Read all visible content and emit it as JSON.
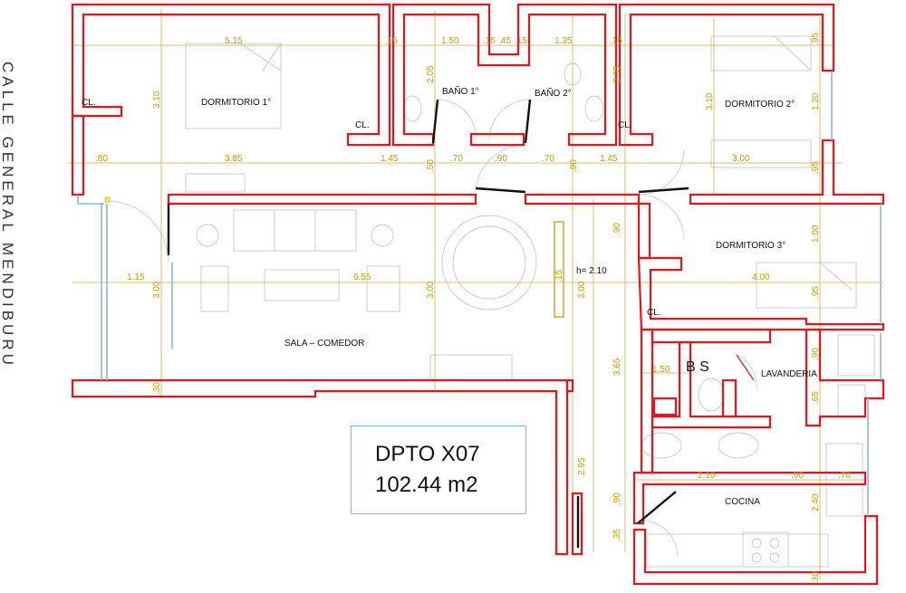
{
  "street_name": "CALLE GENERAL MENDIBURU",
  "unit": {
    "name": "DPTO X07",
    "area": "102.44 m2"
  },
  "rooms": {
    "dormitorio_1": "DORMITORIO 1°",
    "bano_1": "BAÑO 1°",
    "bano_2": "BAÑO 2°",
    "dormitorio_2": "DORMITORIO 2°",
    "dormitorio_3": "DORMITORIO 3°",
    "sala_comedor": "SALA – COMEDOR",
    "bs": "B S",
    "lavanderia": "LAVANDERIA",
    "cocina": "COCINA",
    "closet": "CL.",
    "ceiling_height": "h= 2.10"
  },
  "dimensions": {
    "d515": "5.15",
    "d15": ".15",
    "d150": "1.50",
    "d45": ".45",
    "d135": "1.35",
    "d95": ".95",
    "d310": "3.10",
    "d205": "2.05",
    "d120": "1.20",
    "d80": ".80",
    "d385": "3.85",
    "d145": "1.45",
    "d70": ".70",
    "d90": ".90",
    "d300": "3.00",
    "d115": "1.15",
    "d655": "6.55",
    "d100": "1.00",
    "d400": "4.00",
    "d365": "3.65",
    "d65": ".65",
    "d30": ".30",
    "d295": "2.95",
    "d210": "2.10",
    "d240": "2.40",
    "d35": ".35"
  }
}
